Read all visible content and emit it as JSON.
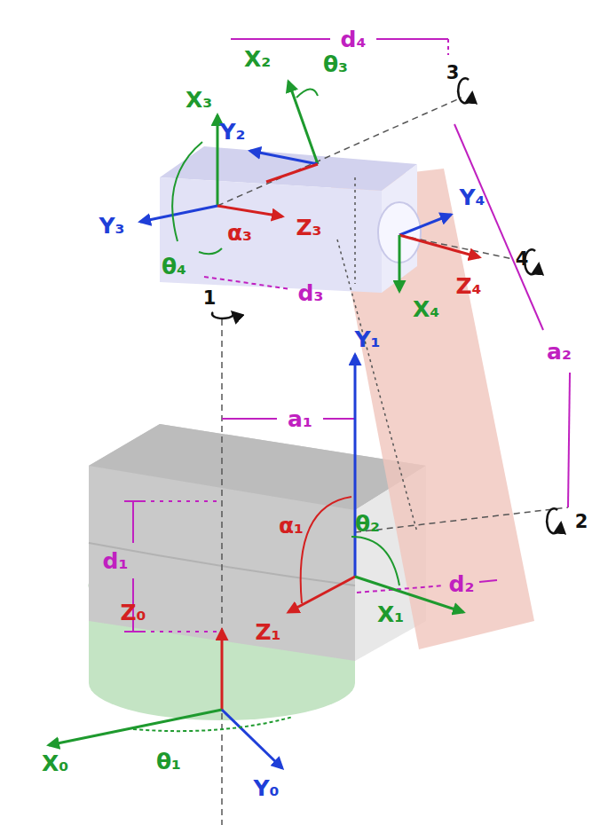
{
  "diagram": {
    "labels": [
      "d₄",
      "X₂",
      "θ₃",
      "3",
      "X₃",
      "Y₂",
      "Y₃",
      "α₃",
      "Z₃",
      "Y₄",
      "Z₄",
      "4",
      "θ₄",
      "d₃",
      "X₄",
      "a₂",
      "1",
      "a₁",
      "Y₁",
      "α₁",
      "θ₂",
      "2",
      "d₁",
      "Z₁",
      "X₁",
      "d₂",
      "Z₀",
      "X₀",
      "θ₁",
      "Y₀"
    ]
  }
}
